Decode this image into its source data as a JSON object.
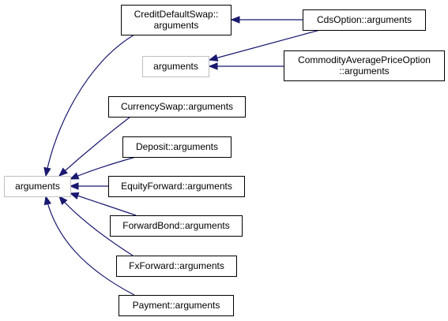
{
  "diagram": {
    "colors": {
      "edge": "#191970",
      "node_border": "#000000",
      "muted_border": "#bfbfbf",
      "background": "#ffffff"
    },
    "nodes": [
      {
        "id": "credit-default-swap-arguments",
        "lines": [
          "CreditDefaultSwap::",
          "arguments"
        ],
        "muted": false
      },
      {
        "id": "cds-option-arguments",
        "lines": [
          "CdsOption::arguments"
        ],
        "muted": false
      },
      {
        "id": "arguments-mid",
        "lines": [
          "arguments"
        ],
        "muted": true
      },
      {
        "id": "commodity-average-price-option-arguments",
        "lines": [
          "CommodityAveragePriceOption",
          "::arguments"
        ],
        "muted": false
      },
      {
        "id": "currency-swap-arguments",
        "lines": [
          "CurrencySwap::arguments"
        ],
        "muted": false
      },
      {
        "id": "deposit-arguments",
        "lines": [
          "Deposit::arguments"
        ],
        "muted": false
      },
      {
        "id": "arguments-root",
        "lines": [
          "arguments"
        ],
        "muted": true
      },
      {
        "id": "equity-forward-arguments",
        "lines": [
          "EquityForward::arguments"
        ],
        "muted": false
      },
      {
        "id": "forward-bond-arguments",
        "lines": [
          "ForwardBond::arguments"
        ],
        "muted": false
      },
      {
        "id": "fx-forward-arguments",
        "lines": [
          "FxForward::arguments"
        ],
        "muted": false
      },
      {
        "id": "payment-arguments",
        "lines": [
          "Payment::arguments"
        ],
        "muted": false
      }
    ],
    "edges": [
      {
        "from": "cds-option-arguments",
        "to": "credit-default-swap-arguments"
      },
      {
        "from": "cds-option-arguments",
        "to": "arguments-mid"
      },
      {
        "from": "commodity-average-price-option-arguments",
        "to": "arguments-mid"
      },
      {
        "from": "credit-default-swap-arguments",
        "to": "arguments-root"
      },
      {
        "from": "currency-swap-arguments",
        "to": "arguments-root"
      },
      {
        "from": "deposit-arguments",
        "to": "arguments-root"
      },
      {
        "from": "equity-forward-arguments",
        "to": "arguments-root"
      },
      {
        "from": "forward-bond-arguments",
        "to": "arguments-root"
      },
      {
        "from": "fx-forward-arguments",
        "to": "arguments-root"
      },
      {
        "from": "payment-arguments",
        "to": "arguments-root"
      }
    ]
  }
}
